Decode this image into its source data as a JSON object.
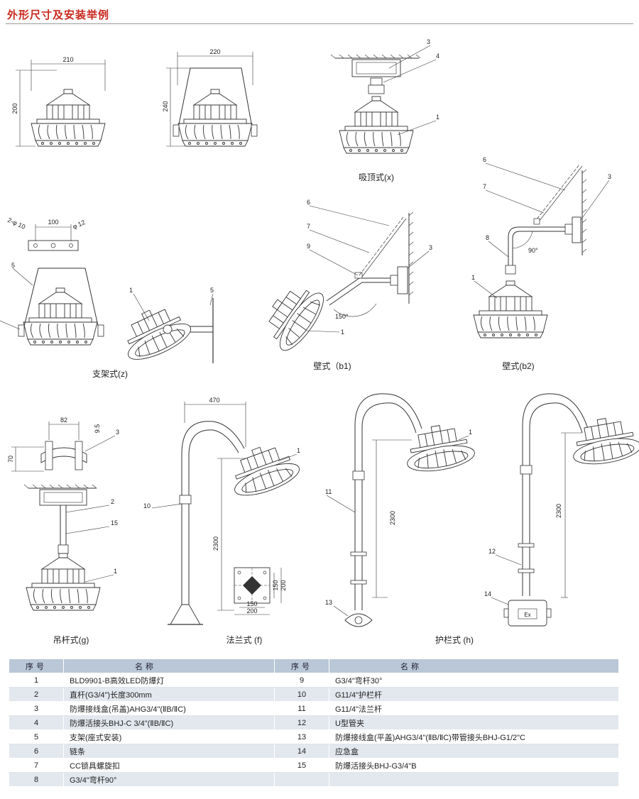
{
  "title": "外形尺寸及安装举例",
  "captions": {
    "x": "吸顶式(x)",
    "z": "支架式(z)",
    "b1": "壁式（b1)",
    "b2": "壁式(b2)",
    "g": "吊杆式(g)",
    "f": "法兰式 (f)",
    "h": "护栏式 (h)"
  },
  "dimensions": {
    "d210": "210",
    "d200": "200",
    "d220": "220",
    "d240": "240",
    "d100": "100",
    "d2phi10": "2-φ 10",
    "dphi12": "φ 12",
    "d82": "82",
    "d95": "9.5",
    "d70": "70",
    "d470": "470",
    "d2300": "2300",
    "d150": "150",
    "d200b": "200",
    "angle150": "150°",
    "angle90": "90°"
  },
  "callouts": {
    "c1": "1",
    "c2": "2",
    "c3": "3",
    "c4": "4",
    "c5": "5",
    "c6": "6",
    "c7": "7",
    "c8": "8",
    "c9": "9",
    "c10": "10",
    "c11": "11",
    "c12": "12",
    "c13": "13",
    "c14": "14",
    "c15": "15"
  },
  "box_label": "Ex",
  "table": {
    "headers": [
      "序号",
      "名称",
      "序号",
      "名称"
    ],
    "rows": [
      [
        "1",
        "BLD9901-B高效LED防爆灯",
        "9",
        "G3/4\"弯杆30°"
      ],
      [
        "2",
        "直杆(G3/4\")长度300mm",
        "10",
        "G11/4\"护栏杆"
      ],
      [
        "3",
        "防爆接线盒(吊盖)AHG3/4\"(ⅡB/ⅡC)",
        "11",
        "G11/4\"法兰杆"
      ],
      [
        "4",
        "防爆活接头BHJ-C  3/4\"(ⅡB/ⅡC)",
        "12",
        "U型管夹"
      ],
      [
        "5",
        "支架(座式安装)",
        "13",
        "防爆接线盒(平盖)AHG3/4\"(ⅡB/ⅡC)带管接头BHJ-G1/2\"C"
      ],
      [
        "6",
        "链条",
        "14",
        "应急盒"
      ],
      [
        "7",
        "CC锁具螺旋扣",
        "15",
        "防爆活接头BHJ-G3/4\"B"
      ],
      [
        "8",
        "G3/4\"弯杆90°",
        "",
        ""
      ]
    ]
  }
}
